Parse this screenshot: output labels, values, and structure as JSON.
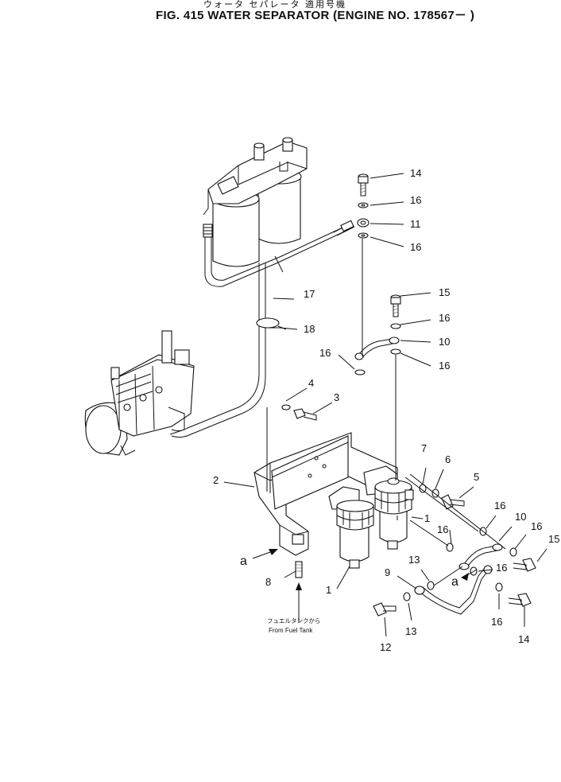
{
  "header": {
    "japanese_title": "ウォータ セパレータ 適用号機",
    "figure_title": "FIG. 415  WATER SEPARATOR (ENGINE NO. 178567－ )"
  },
  "callouts": {
    "from_fuel_tank_jp": "フュエルタンクから",
    "from_fuel_tank_en": "From Fuel Tank"
  },
  "part_labels": {
    "p14_top": "14",
    "p16_a": "16",
    "p11": "11",
    "p16_b": "16",
    "p17": "17",
    "p15_top": "15",
    "p16_c": "16",
    "p18": "18",
    "p16_d": "16",
    "p10_top": "10",
    "p16_e": "16",
    "p4": "4",
    "p3": "3",
    "p7": "7",
    "p6": "6",
    "p5": "5",
    "p2": "2",
    "p16_f": "16",
    "p10_right": "10",
    "p16_g": "16",
    "p1_right": "1",
    "p16_h": "16",
    "p15_right": "15",
    "p13_a": "13",
    "p9": "9",
    "p16_i": "16",
    "p8": "8",
    "p1_left": "1",
    "p16_j": "16",
    "p14_right": "14",
    "p13_b": "13",
    "p12": "12"
  },
  "view_markers": {
    "a_left": "a",
    "a_right": "a"
  }
}
